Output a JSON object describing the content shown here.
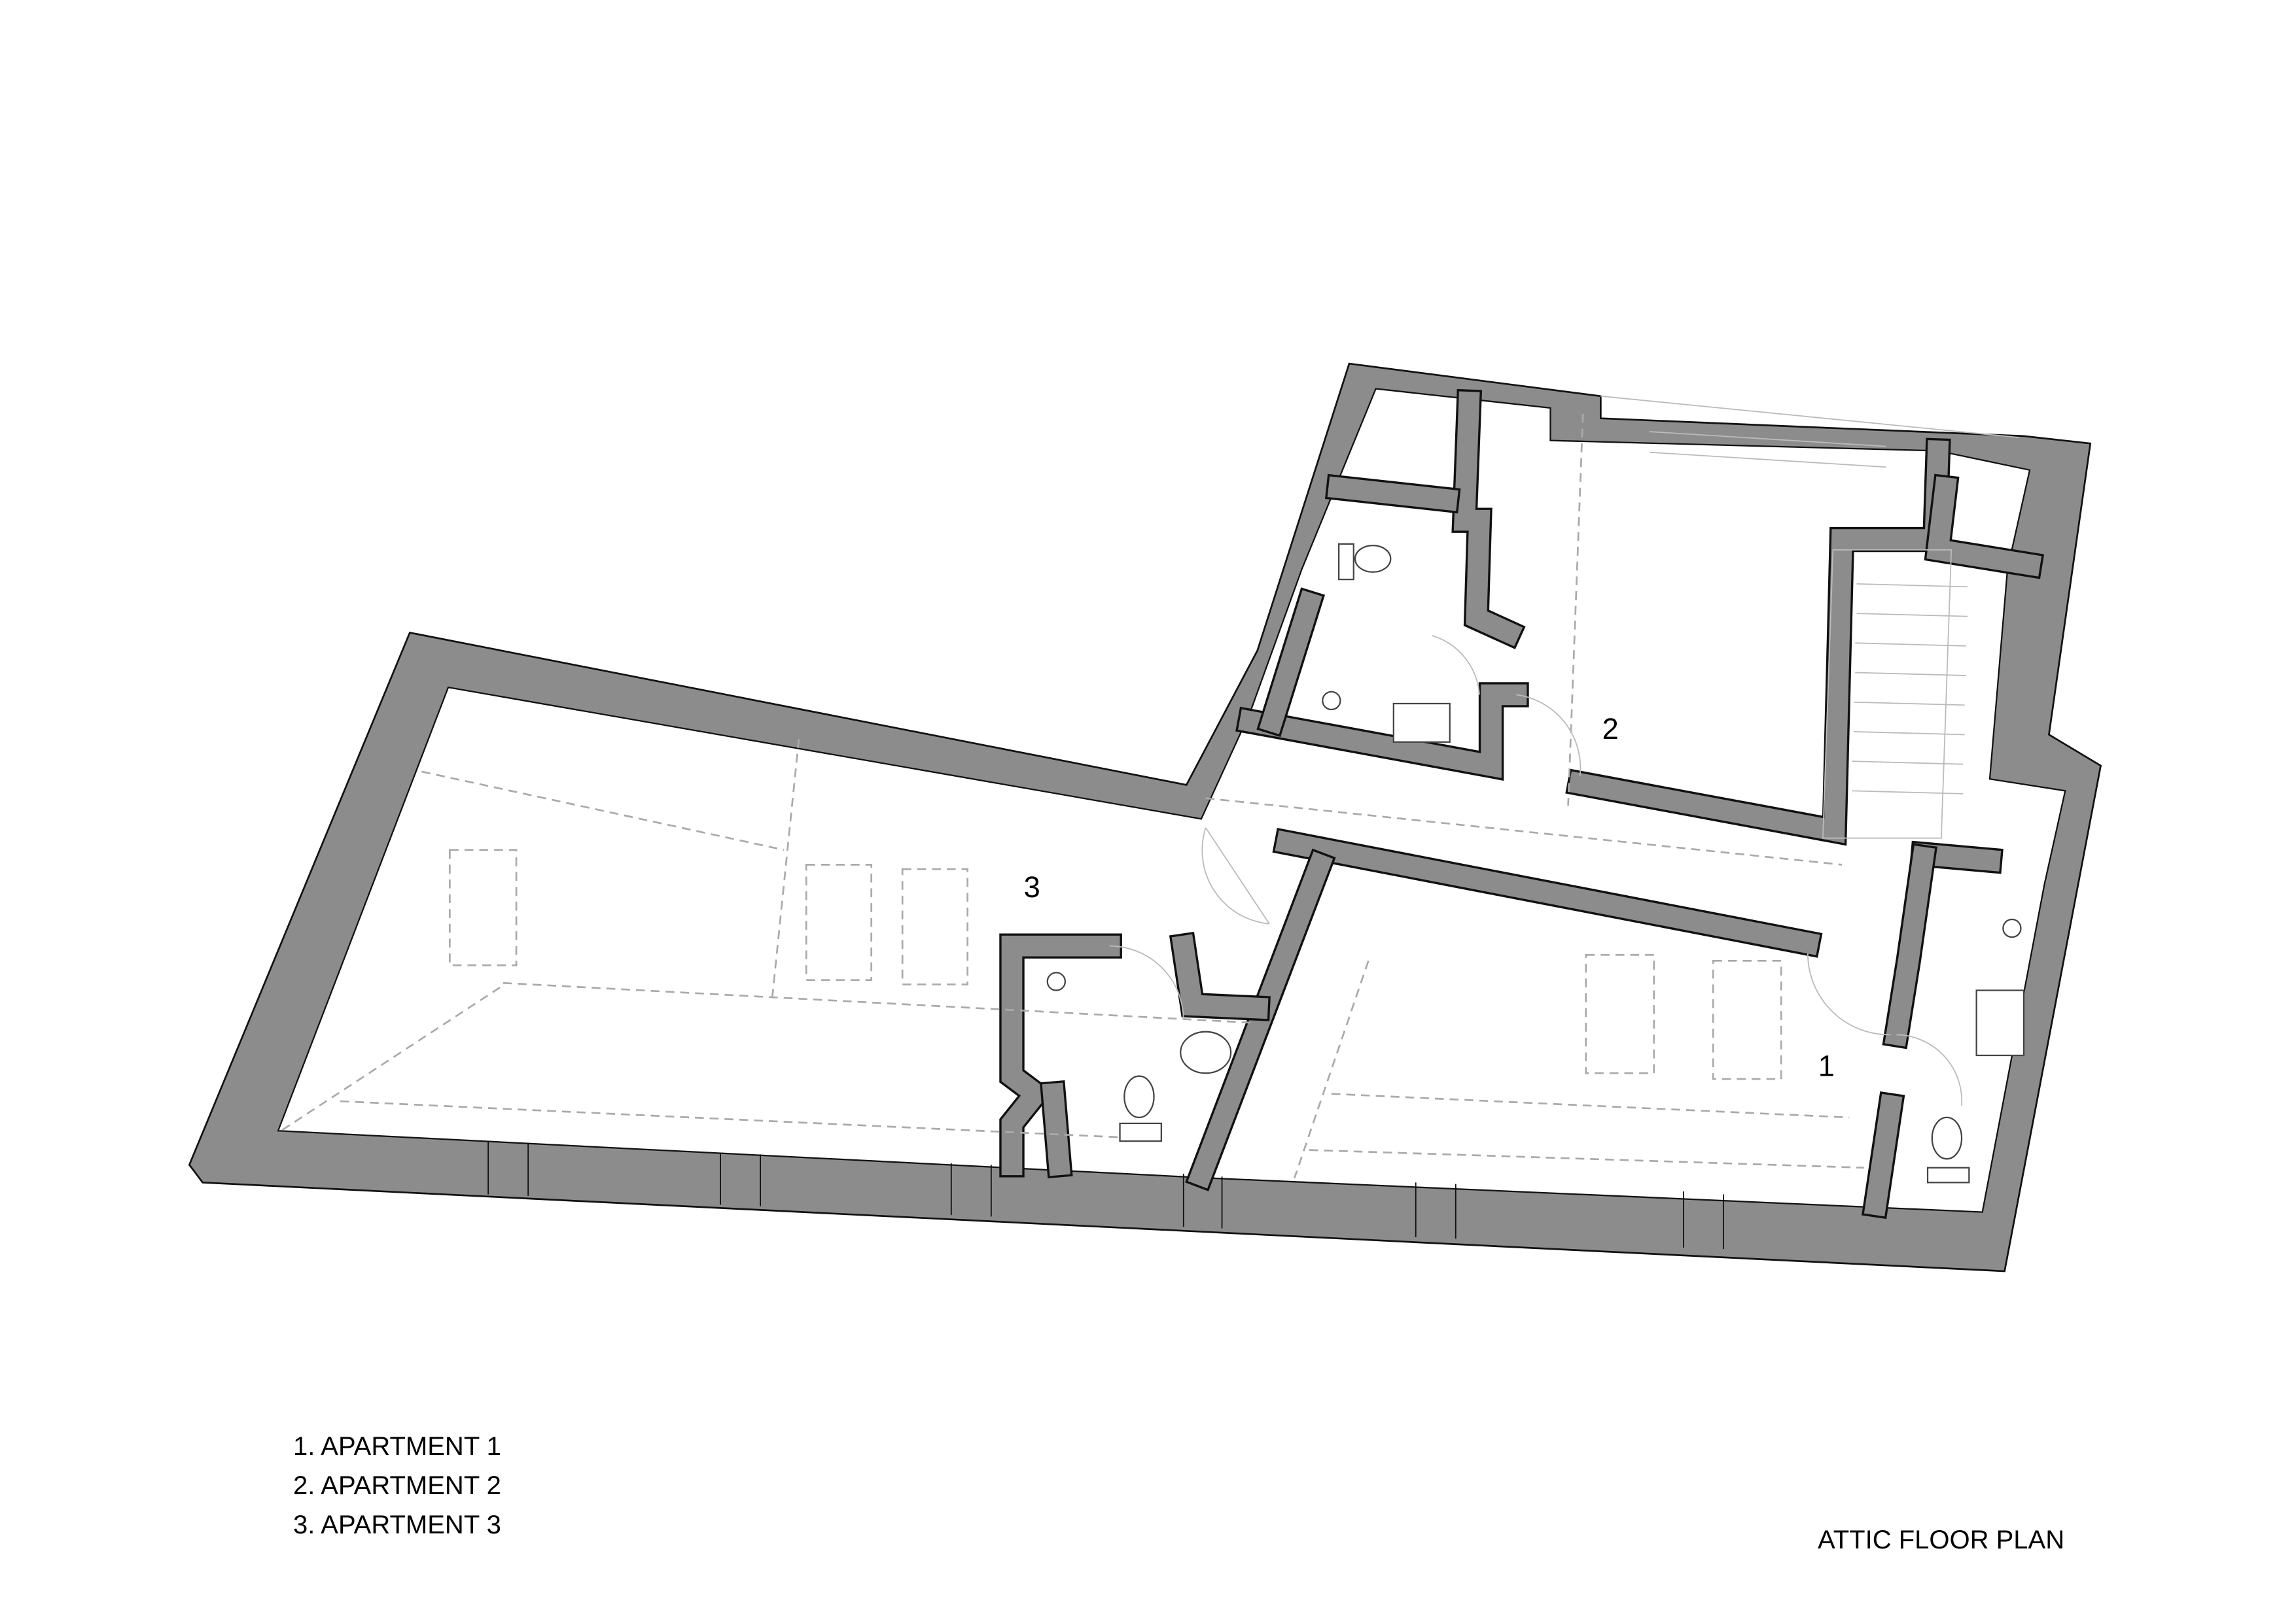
{
  "plan": {
    "title": "ATTIC FLOOR PLAN",
    "room_labels": [
      "1",
      "2",
      "3"
    ]
  },
  "legend": {
    "items": [
      "1. APARTMENT 1",
      "2. APARTMENT 2",
      "3. APARTMENT 3"
    ]
  },
  "colors": {
    "wall": "#8c8c8c",
    "outline": "#111111",
    "background": "#ffffff"
  }
}
